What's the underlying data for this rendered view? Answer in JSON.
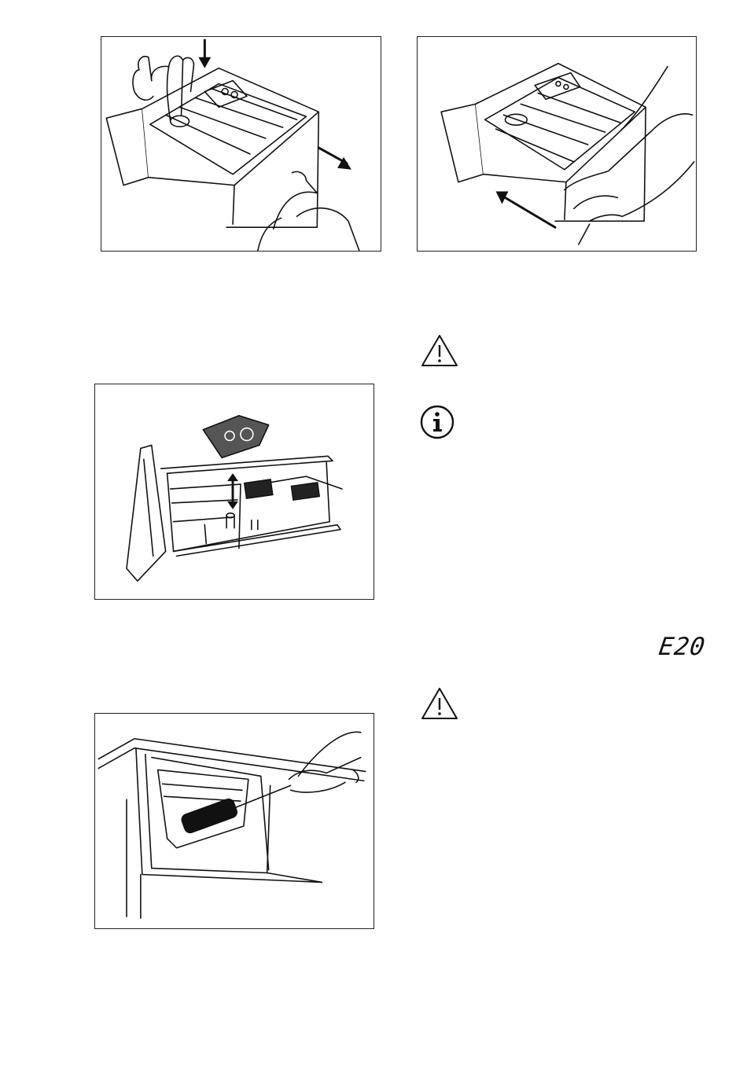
{
  "figures": [
    {
      "id": "fig1",
      "subject": "press-release-lever-and-pull-out-dispenser-drawer"
    },
    {
      "id": "fig2",
      "subject": "push-dispenser-drawer-back-in"
    },
    {
      "id": "fig3",
      "subject": "clean-siphon-and-drawer-with-brush"
    },
    {
      "id": "fig4",
      "subject": "brush-clean-drawer-recess"
    }
  ],
  "symbols": {
    "warning_icon": "warning-triangle-icon",
    "info_icon": "info-circle-icon"
  },
  "display": {
    "error_code": "E20"
  }
}
